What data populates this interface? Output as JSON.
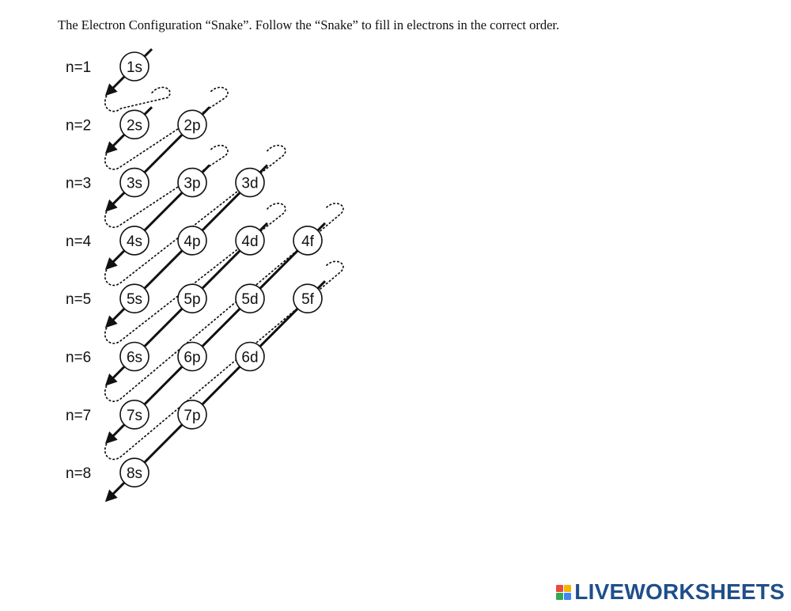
{
  "instructions": "The Electron Configuration “Snake”.  Follow the “Snake” to fill in electrons in the correct order.",
  "rows": [
    {
      "label": "n=1",
      "orbitals": [
        "1s"
      ]
    },
    {
      "label": "n=2",
      "orbitals": [
        "2s",
        "2p"
      ]
    },
    {
      "label": "n=3",
      "orbitals": [
        "3s",
        "3p",
        "3d"
      ]
    },
    {
      "label": "n=4",
      "orbitals": [
        "4s",
        "4p",
        "4d",
        "4f"
      ]
    },
    {
      "label": "n=5",
      "orbitals": [
        "5s",
        "5p",
        "5d",
        "5f"
      ]
    },
    {
      "label": "n=6",
      "orbitals": [
        "6s",
        "6p",
        "6d"
      ]
    },
    {
      "label": "n=7",
      "orbitals": [
        "7s",
        "7p"
      ]
    },
    {
      "label": "n=8",
      "orbitals": [
        "8s"
      ]
    }
  ],
  "colors": {
    "line": "#111111",
    "brand": "#1f4f8a",
    "icon": [
      "#e94b3c",
      "#f4b400",
      "#34a853",
      "#4285f4"
    ]
  },
  "brand": {
    "name": "LIVEWORKSHEETS",
    "icon": "liveworksheets-logo-icon"
  }
}
